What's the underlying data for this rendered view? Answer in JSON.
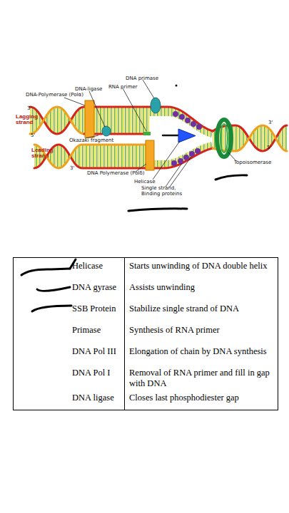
{
  "diagram": {
    "labels": [
      "DNA primase",
      "RNA primer",
      "DNA-ligase",
      "DNA-Polymerase (Polα)",
      "3'",
      "Lagging strand",
      "3'",
      "5'",
      "Okazaki fragment",
      "5'",
      "Leading strand",
      "Topoisomerase",
      "3'",
      "DNA Polymerase (Polδ)",
      "Helicase",
      "Single strand, Binding proteins",
      "Helicase",
      "Starts unwinding of DNA double helix",
      "DNA gyrase",
      "Assists unwinding",
      "SSB Protein",
      "Stabilize single strand of DNA",
      "Primase",
      "Synthesis of RNA primer",
      "DNA Pol III",
      "Elongation of chain by DNA synthesis",
      "DNA Pol I",
      "Removal of RNA primer and fill in gap with DNA",
      "DNA ligase",
      "Closes last phosphodiester gap"
    ]
  }
}
